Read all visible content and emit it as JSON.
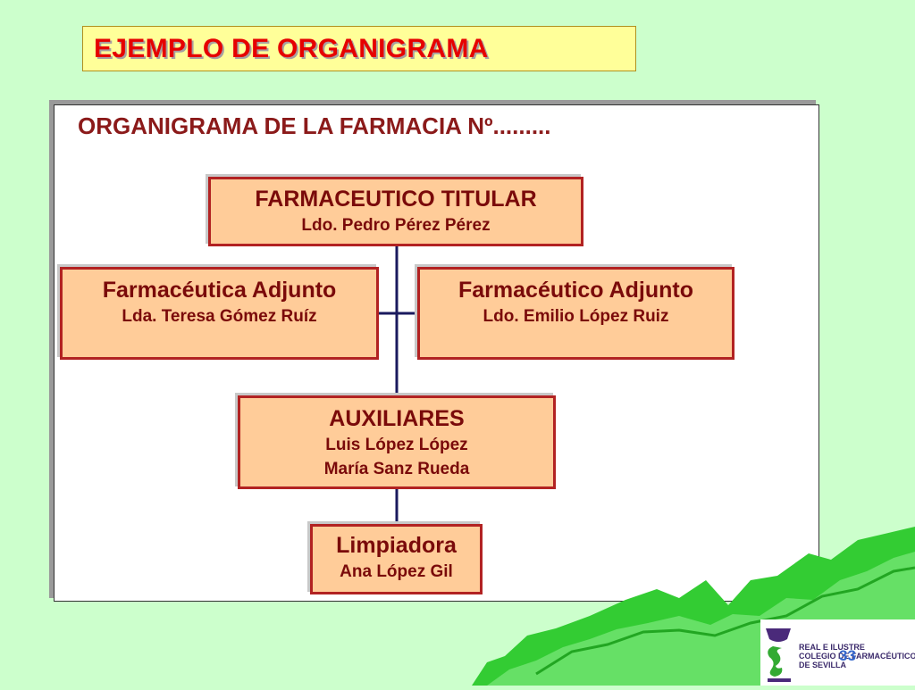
{
  "slide": {
    "title": "EJEMPLO DE ORGANIGRAMA",
    "page_number": "33"
  },
  "panel": {
    "title": "ORGANIGRAMA DE LA FARMACIA Nº........."
  },
  "nodes": [
    {
      "id": "titular",
      "title": "FARMACEUTICO TITULAR",
      "names": [
        "Ldo. Pedro Pérez Pérez"
      ]
    },
    {
      "id": "adjunta",
      "title": "Farmacéutica Adjunto",
      "names": [
        "Lda. Teresa Gómez Ruíz"
      ]
    },
    {
      "id": "adjunto",
      "title": "Farmacéutico Adjunto",
      "names": [
        "Ldo. Emilio López Ruiz"
      ]
    },
    {
      "id": "auxiliares",
      "title": "AUXILIARES",
      "names": [
        "Luis López López",
        "María Sanz Rueda"
      ]
    },
    {
      "id": "limpiadora",
      "title": "Limpiadora",
      "names": [
        "Ana López Gil"
      ]
    }
  ],
  "edges": [
    {
      "from": "titular",
      "to": "adjunta"
    },
    {
      "from": "titular",
      "to": "adjunto"
    },
    {
      "from": "titular",
      "to": "auxiliares"
    },
    {
      "from": "auxiliares",
      "to": "limpiadora"
    }
  ],
  "logo": {
    "lines": [
      "REAL E ILUSTRE",
      "COLEGIO DE FARMACÉUTICOS",
      "DE SEVILLA"
    ],
    "icon": "pharmacy-chalice-s-icon"
  },
  "colors": {
    "background": "#ccffcc",
    "title_fill": "#ffff99",
    "title_text": "#e60000",
    "node_fill": "#ffcc99",
    "node_border": "#b22222",
    "node_text": "#7a0a0a",
    "connector": "#1a1a5e",
    "hills": "#33cc33"
  }
}
